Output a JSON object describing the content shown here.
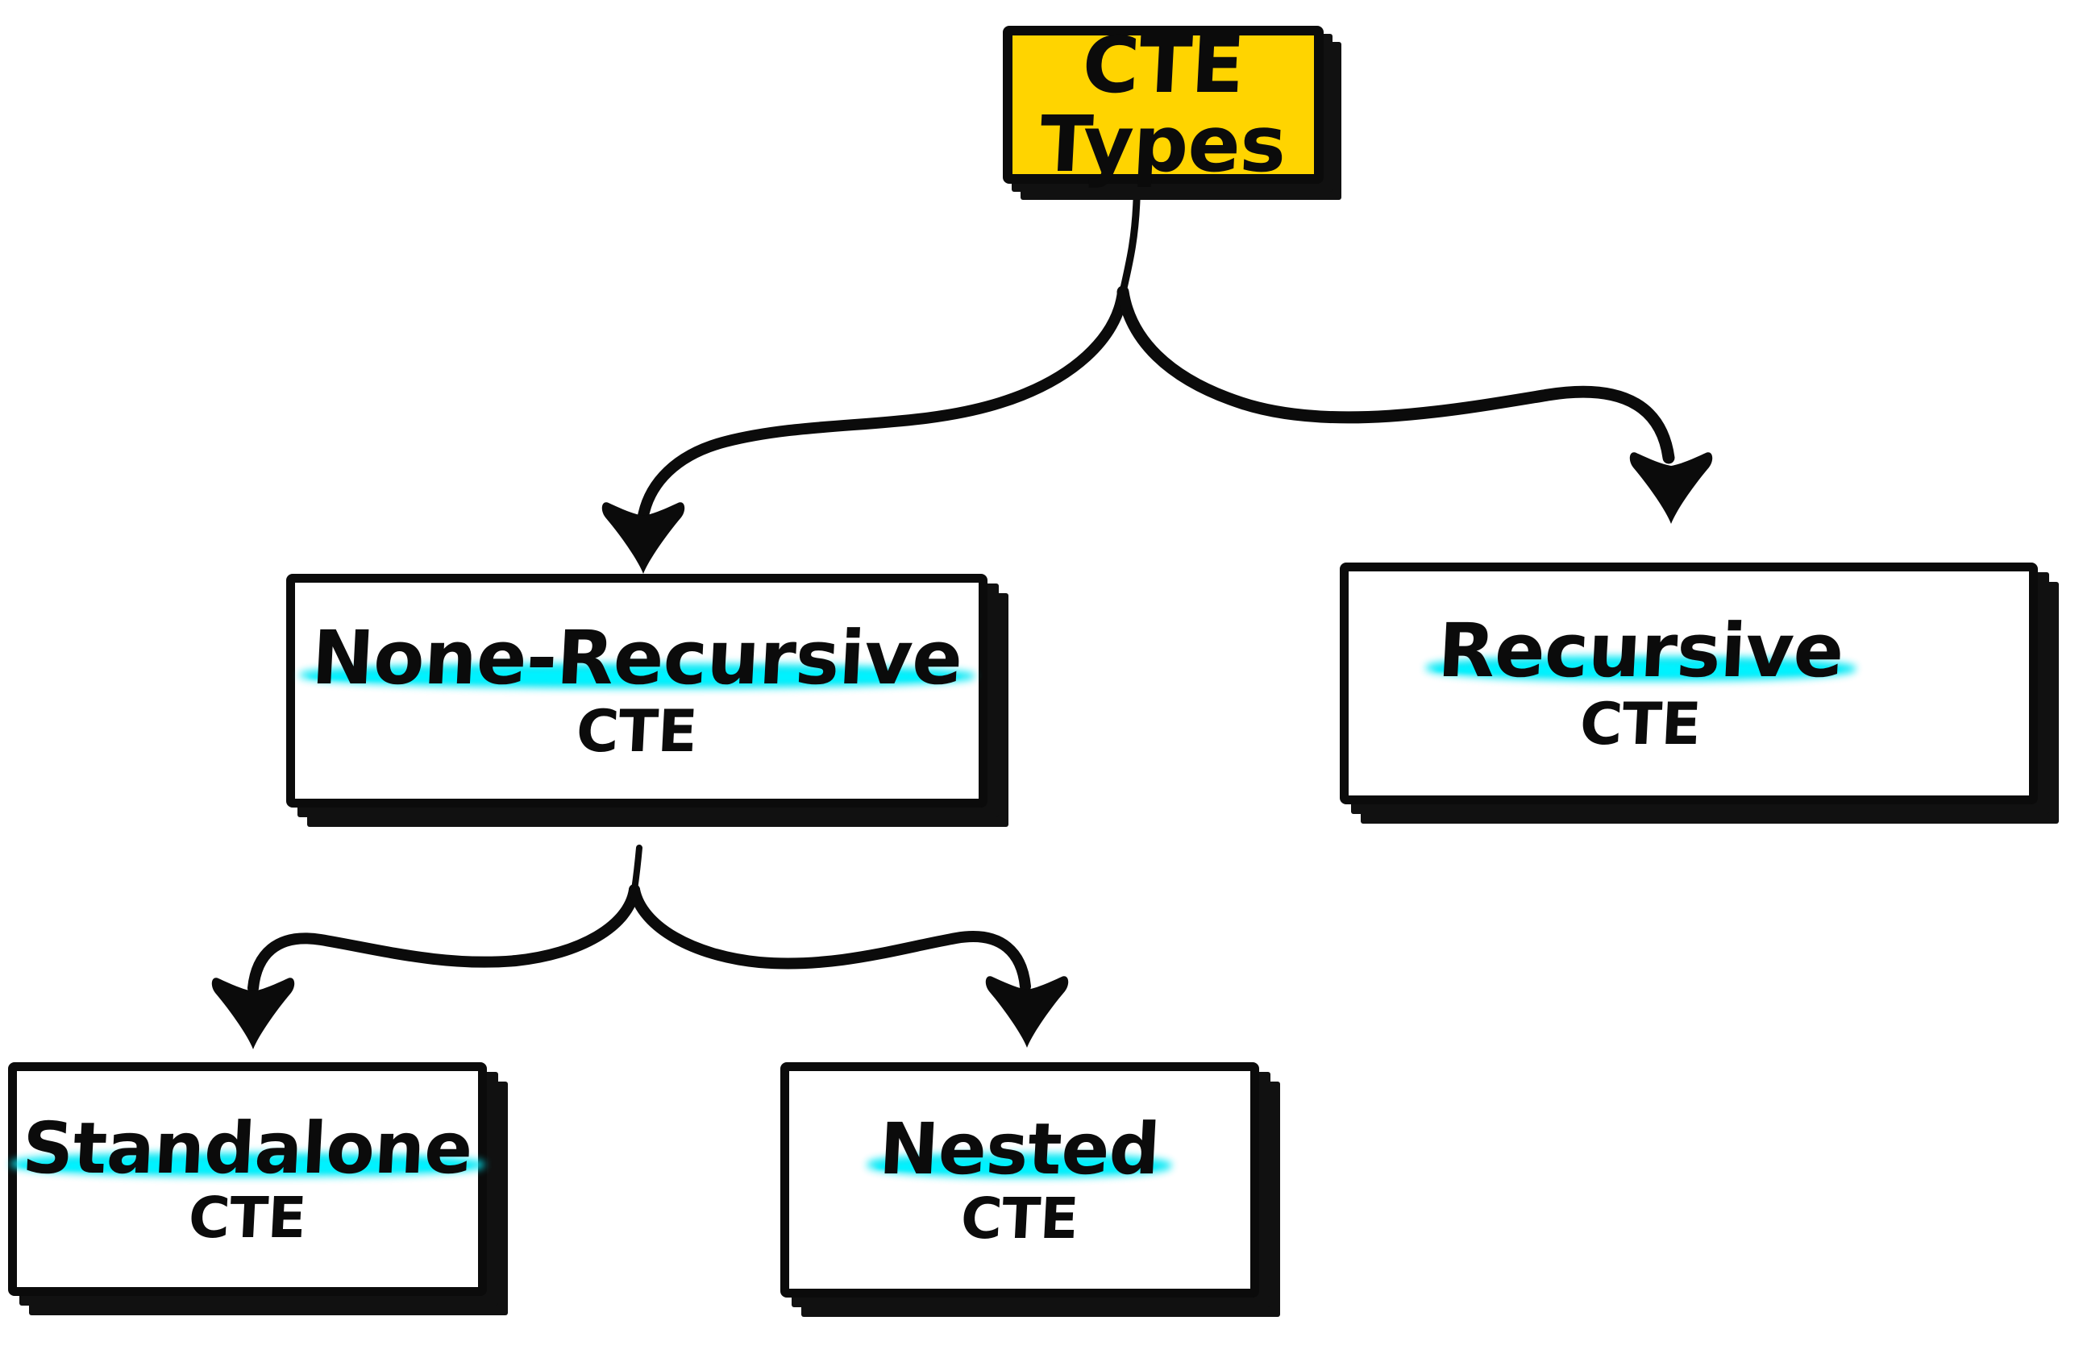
{
  "diagram": {
    "title": "CTE Types",
    "style": "hand-drawn whiteboard mind map",
    "colors": {
      "root_fill": "#FFD400",
      "stroke": "#0B0B0B",
      "highlighter": "#00E8F5",
      "background": "#FFFFFF"
    }
  },
  "nodes": {
    "root": {
      "line1": "CTE",
      "line2": "Types"
    },
    "none_recursive": {
      "line1": "None-Recursive",
      "line2": "CTE"
    },
    "recursive": {
      "line1": "Recursive",
      "line2": "CTE"
    },
    "standalone": {
      "line1": "Standalone",
      "line2": "CTE"
    },
    "nested": {
      "line1": "Nested",
      "line2": "CTE"
    }
  },
  "edges": [
    {
      "from": "root",
      "to": "none_recursive"
    },
    {
      "from": "root",
      "to": "recursive"
    },
    {
      "from": "none_recursive",
      "to": "standalone"
    },
    {
      "from": "none_recursive",
      "to": "nested"
    }
  ]
}
